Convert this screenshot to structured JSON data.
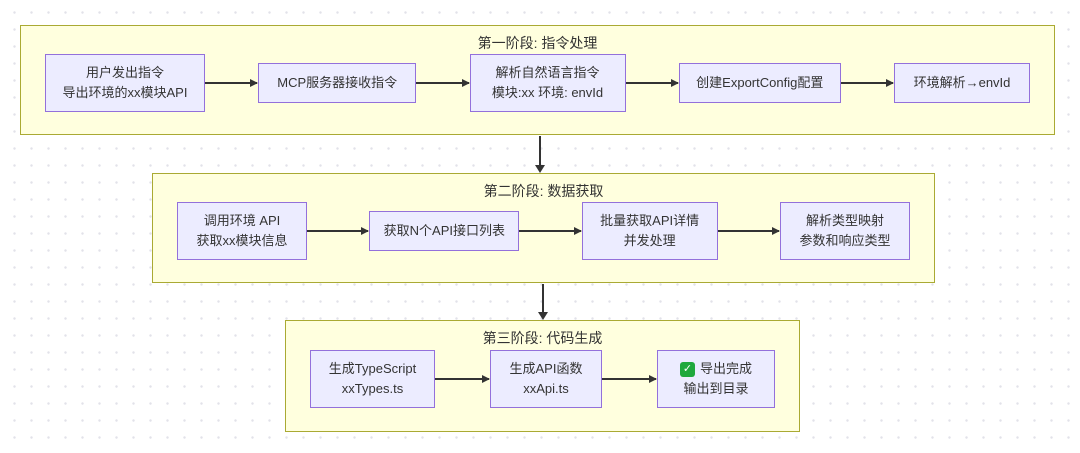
{
  "diagram": {
    "type": "flowchart",
    "stages": [
      {
        "title": "第一阶段: 指令处理",
        "nodes": [
          {
            "line1": "用户发出指令",
            "line2": "导出环境的xx模块API"
          },
          {
            "line1": "MCP服务器接收指令"
          },
          {
            "line1": "解析自然语言指令",
            "line2": "模块:xx 环境: envId"
          },
          {
            "line1": "创建ExportConfig配置"
          },
          {
            "line1": "环境解析→envId"
          }
        ]
      },
      {
        "title": "第二阶段: 数据获取",
        "nodes": [
          {
            "line1": "调用环境 API",
            "line2": "获取xx模块信息"
          },
          {
            "line1": "获取N个API接口列表"
          },
          {
            "line1": "批量获取API详情",
            "line2": "并发处理"
          },
          {
            "line1": "解析类型映射",
            "line2": "参数和响应类型"
          }
        ]
      },
      {
        "title": "第三阶段: 代码生成",
        "nodes": [
          {
            "line1": "生成TypeScript",
            "line2": "xxTypes.ts"
          },
          {
            "line1": "生成API函数",
            "line2": "xxApi.ts"
          },
          {
            "icon_glyph": "✓",
            "line1": "导出完成",
            "line2": "输出到目录"
          }
        ]
      }
    ],
    "colors": {
      "cluster_fill": "#ffffde",
      "cluster_border": "#aaaa33",
      "node_fill": "#ececff",
      "node_border": "#9370db",
      "edge": "#333333",
      "check_green": "#1fa83d",
      "text": "#333333"
    }
  }
}
